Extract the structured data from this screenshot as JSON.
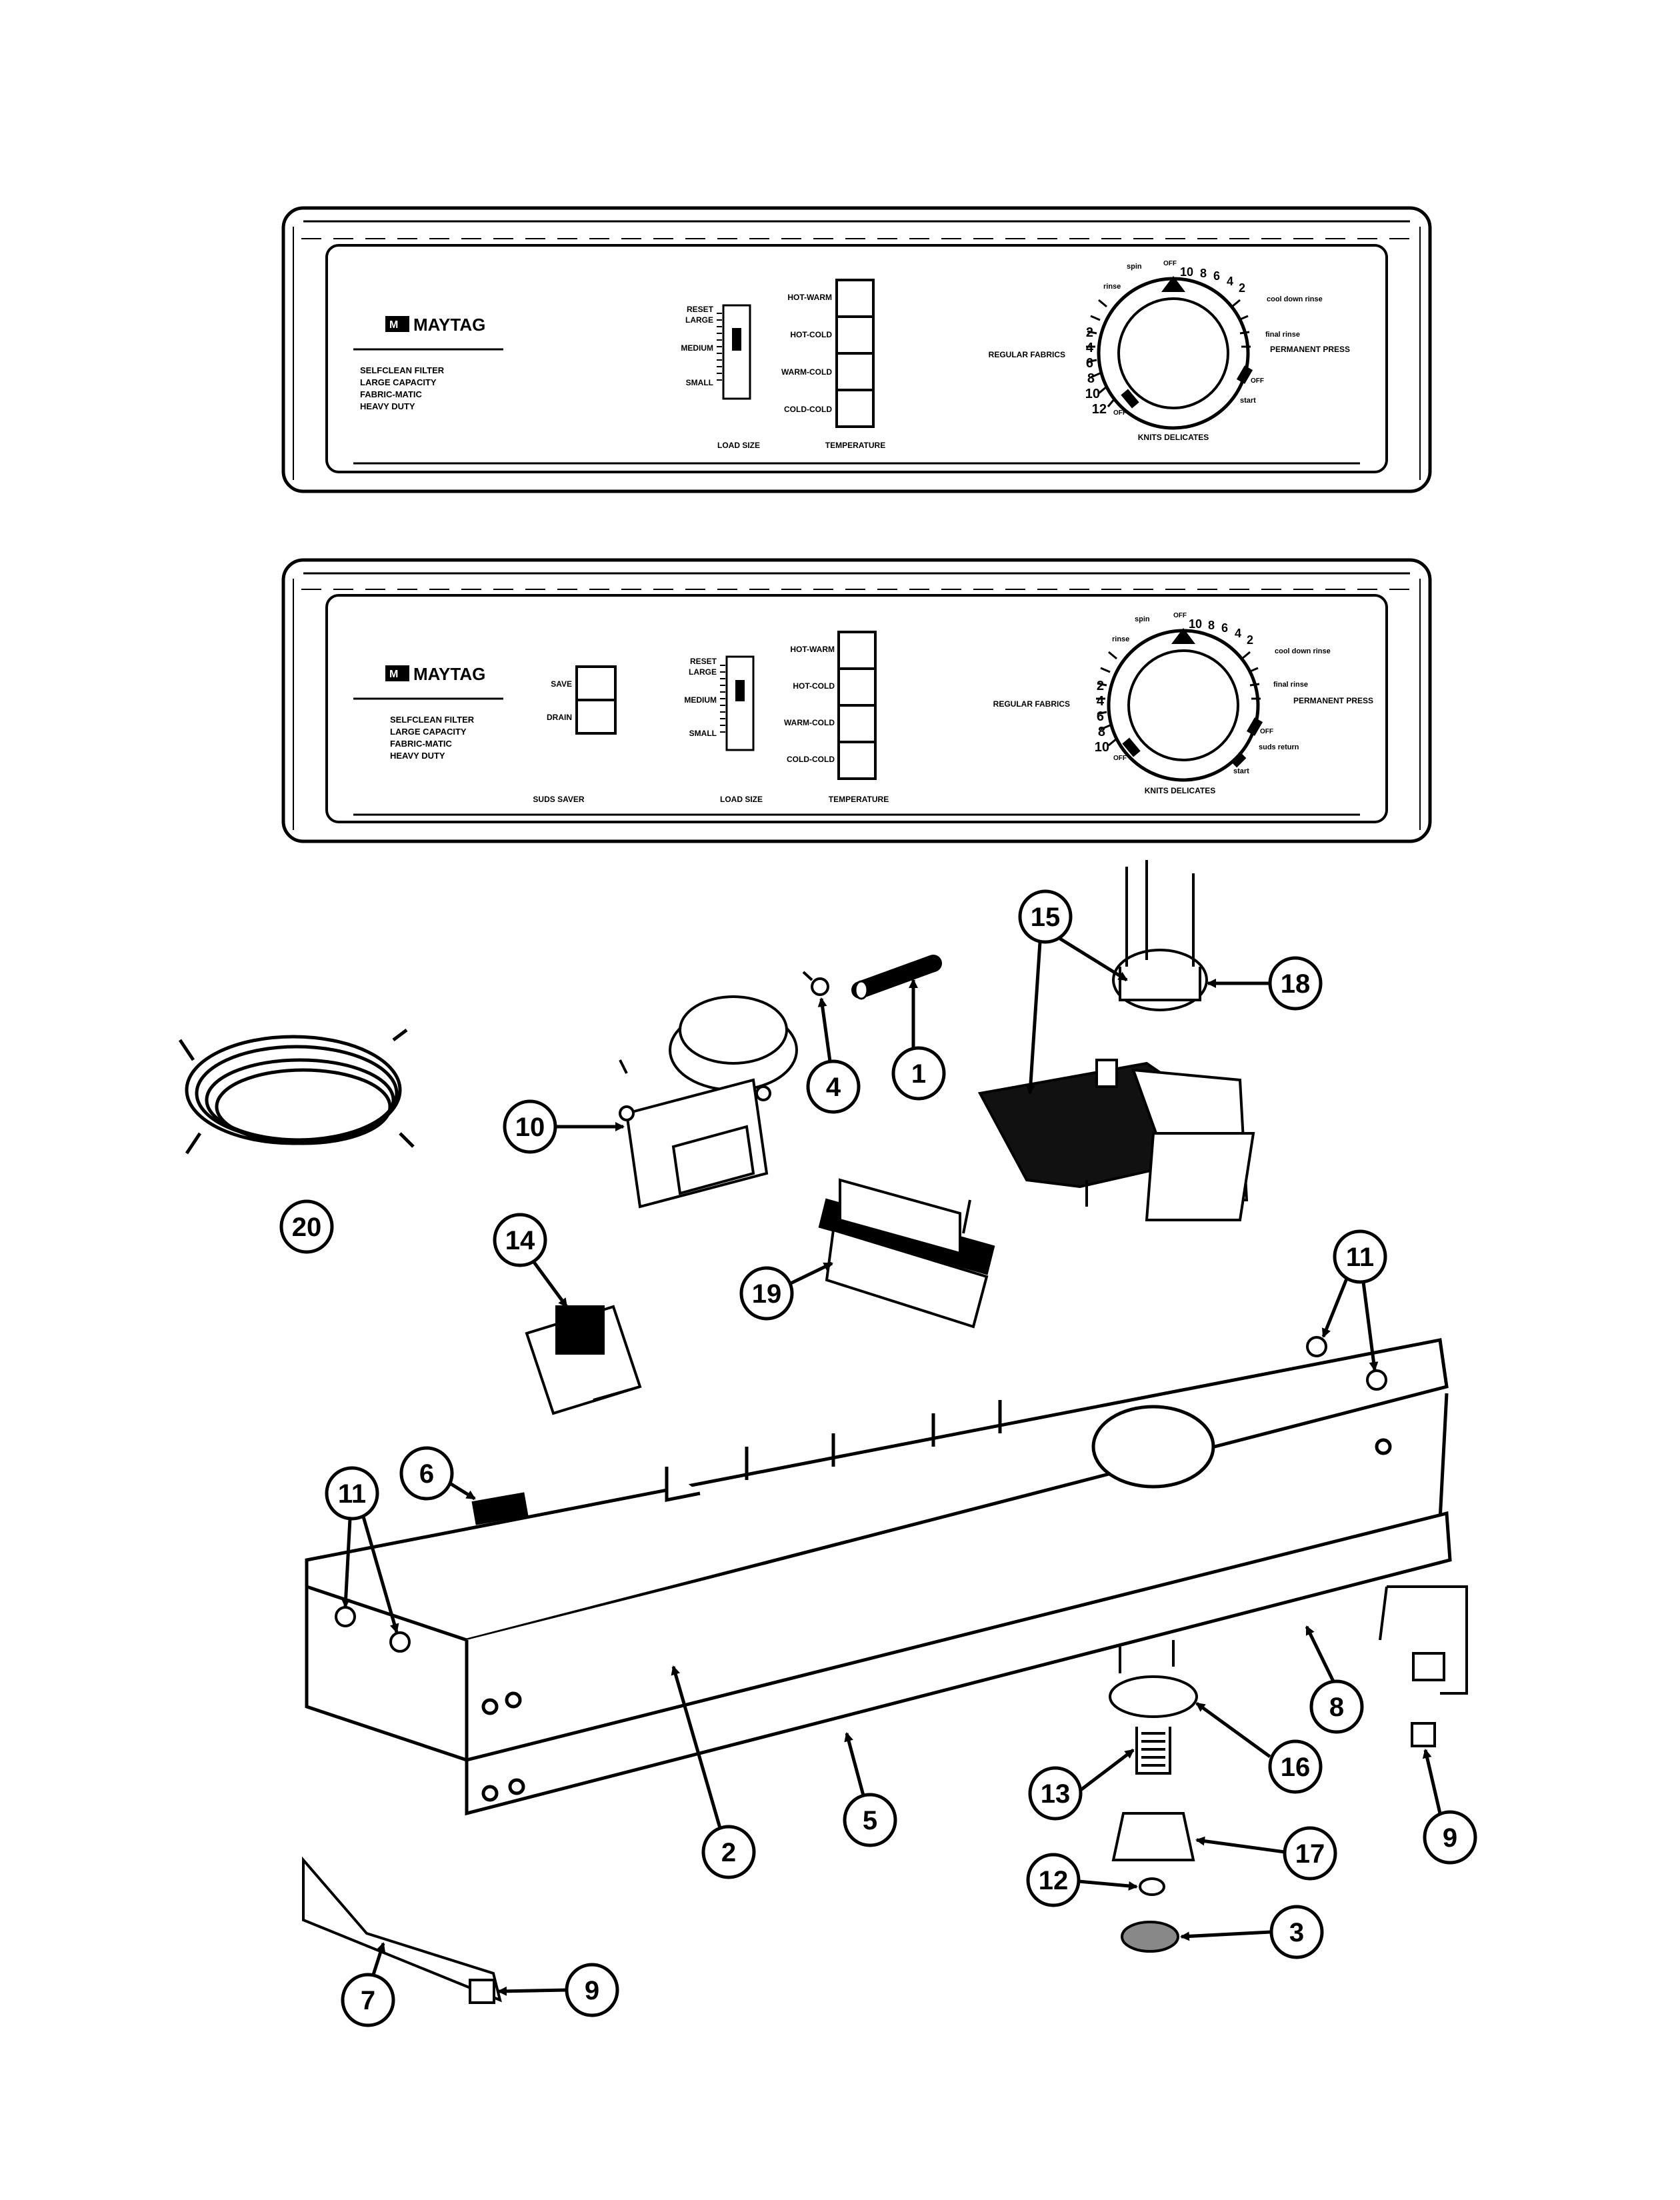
{
  "panel_a": {
    "brand": "MAYTAG",
    "features": [
      "SELFCLEAN FILTER",
      "LARGE CAPACITY",
      "FABRIC-MATIC",
      "HEAVY DUTY"
    ],
    "load_size": {
      "label": "LOAD SIZE",
      "marks": [
        "RESET",
        "LARGE",
        "MEDIUM",
        "SMALL"
      ]
    },
    "temperature": {
      "label": "TEMPERATURE",
      "options": [
        "HOT-WARM",
        "HOT-COLD",
        "WARM-COLD",
        "COLD-COLD"
      ]
    },
    "timer": {
      "regular": "REGULAR FABRICS",
      "permanent": "PERMANENT PRESS",
      "knits": "KNITS DELICATES",
      "left_numbers": [
        "2",
        "4",
        "6",
        "8",
        "10",
        "12"
      ],
      "top_numbers": [
        "10",
        "8",
        "6",
        "4",
        "2"
      ],
      "small_labels": {
        "spin": "spin",
        "rinse": "rinse",
        "off_top": "OFF",
        "cool": "cool down rinse",
        "final": "final rinse",
        "off_right": "OFF",
        "start": "start",
        "off_left": "OFF"
      }
    }
  },
  "panel_b": {
    "brand": "MAYTAG",
    "features": [
      "SELFCLEAN FILTER",
      "LARGE CAPACITY",
      "FABRIC-MATIC",
      "HEAVY DUTY"
    ],
    "suds_saver": {
      "label": "SUDS SAVER",
      "options": [
        "SAVE",
        "DRAIN"
      ]
    },
    "load_size": {
      "label": "LOAD SIZE",
      "marks": [
        "RESET",
        "LARGE",
        "MEDIUM",
        "SMALL"
      ]
    },
    "temperature": {
      "label": "TEMPERATURE",
      "options": [
        "HOT-WARM",
        "HOT-COLD",
        "WARM-COLD",
        "COLD-COLD"
      ]
    },
    "timer": {
      "regular": "REGULAR FABRICS",
      "permanent": "PERMANENT PRESS",
      "knits": "KNITS DELICATES",
      "left_numbers": [
        "2",
        "4",
        "6",
        "8",
        "10"
      ],
      "top_numbers": [
        "10",
        "8",
        "6",
        "4",
        "2"
      ],
      "small_labels": {
        "spin": "spin",
        "rinse": "rinse",
        "off_top": "OFF",
        "cool": "cool down rinse",
        "final": "final rinse",
        "off_right": "OFF",
        "suds": "suds return",
        "start": "start",
        "off_left": "OFF"
      }
    }
  },
  "callouts": [
    "1",
    "2",
    "3",
    "4",
    "5",
    "6",
    "7",
    "8",
    "9",
    "9",
    "10",
    "11",
    "11",
    "12",
    "13",
    "14",
    "15",
    "16",
    "17",
    "18",
    "19",
    "20"
  ]
}
